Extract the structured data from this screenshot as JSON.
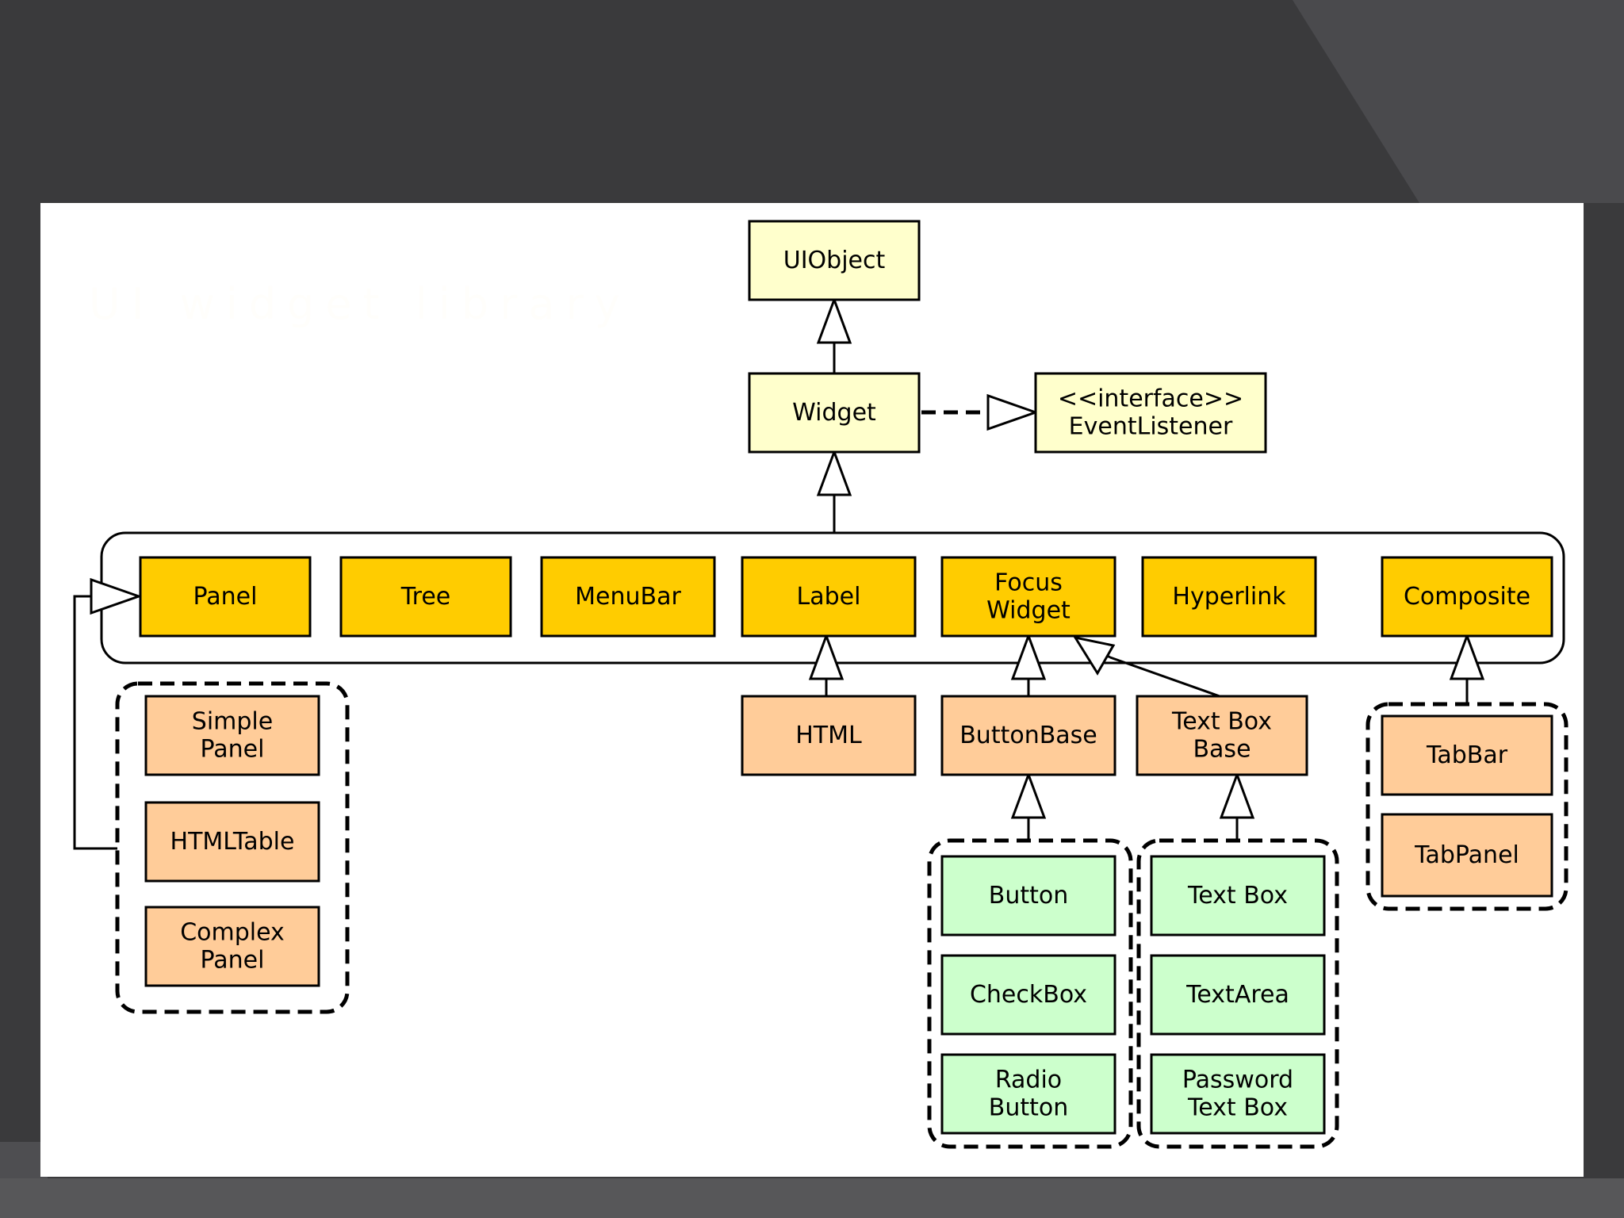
{
  "slide": {
    "title": "UI widget library"
  },
  "colors": {
    "yellow_light": "#ffffcc",
    "gold": "#ffcc00",
    "peach": "#ffcc99",
    "mint": "#ccffcc",
    "canvas": "#ffffff",
    "background": "#3a3a3c"
  },
  "nodes": {
    "uiobject": [
      "UIObject"
    ],
    "widget": [
      "Widget"
    ],
    "eventlistener": [
      "<<interface>>",
      "EventListener"
    ],
    "panel": [
      "Panel"
    ],
    "tree": [
      "Tree"
    ],
    "menubar": [
      "MenuBar"
    ],
    "label": [
      "Label"
    ],
    "focuswidget": [
      "Focus",
      "Widget"
    ],
    "hyperlink": [
      "Hyperlink"
    ],
    "composite": [
      "Composite"
    ],
    "simplepanel": [
      "Simple",
      "Panel"
    ],
    "htmltable": [
      "HTMLTable"
    ],
    "complexpanel": [
      "Complex",
      "Panel"
    ],
    "html": [
      "HTML"
    ],
    "buttonbase": [
      "ButtonBase"
    ],
    "textboxbase": [
      "Text Box",
      "Base"
    ],
    "button": [
      "Button"
    ],
    "checkbox": [
      "CheckBox"
    ],
    "radiobutton": [
      "Radio",
      "Button"
    ],
    "textbox": [
      "Text Box"
    ],
    "textarea": [
      "TextArea"
    ],
    "passwordtextbox": [
      "Password",
      "Text Box"
    ],
    "tabbar": [
      "TabBar"
    ],
    "tabpanel": [
      "TabPanel"
    ]
  }
}
